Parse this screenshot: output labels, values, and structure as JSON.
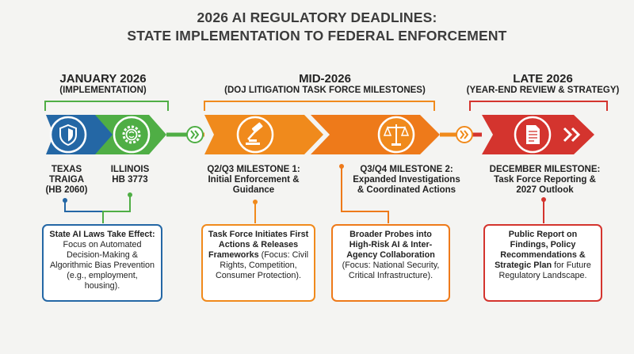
{
  "title": {
    "line1": "2026 AI REGULATORY DEADLINES:",
    "line2": "STATE IMPLEMENTATION TO FEDERAL ENFORCEMENT"
  },
  "colors": {
    "blue": "#2467a5",
    "green": "#4fae45",
    "orange": "#f08a1c",
    "red": "#d4342e"
  },
  "periods": [
    {
      "title": "JANUARY 2026",
      "subtitle": "(IMPLEMENTATION)"
    },
    {
      "title": "MID-2026",
      "subtitle": "(DOJ LITIGATION TASK FORCE MILESTONES)"
    },
    {
      "title": "LATE 2026",
      "subtitle": "(YEAR-END REVIEW & STRATEGY)"
    }
  ],
  "milestones": [
    {
      "lines": [
        "TEXAS",
        "TRAIGA",
        "(HB 2060)"
      ],
      "icon": "shield-icon"
    },
    {
      "lines": [
        "ILLINOIS",
        "HB 3773"
      ],
      "icon": "gear-brain-icon"
    },
    {
      "lines": [
        "Q2/Q3 MILESTONE 1:",
        "Initial Enforcement &",
        "Guidance"
      ],
      "icon": "gavel-icon"
    },
    {
      "lines": [
        "Q3/Q4 MILESTONE 2:",
        "Expanded Investigations",
        "& Coordinated Actions"
      ],
      "icon": "scales-icon"
    },
    {
      "lines": [
        "DECEMBER MILESTONE:",
        "Task Force Reporting &",
        "2027 Outlook"
      ],
      "icon": "report-icon"
    }
  ],
  "boxes": [
    {
      "bold": "State AI Laws Take Effect:",
      "rest": " Focus on Automated Decision-Making & Algorithmic Bias Prevention (e.g., employment, housing)."
    },
    {
      "bold": "Task Force Initiates First Actions & Releases Frameworks",
      "rest": " (Focus: Civil Rights, Competition, Consumer Protection)."
    },
    {
      "bold": "Broader Probes into High-Risk AI & Inter-Agency Collaboration",
      "rest": " (Focus: National Security, Critical Infrastructure)."
    },
    {
      "bold": "Public Report on Findings, Policy Recommendations & Strategic Plan",
      "rest": " for Future Regulatory Landscape."
    }
  ],
  "connectors": [
    "double-chevron-icon",
    "double-chevron-icon",
    "double-chevron-icon"
  ]
}
